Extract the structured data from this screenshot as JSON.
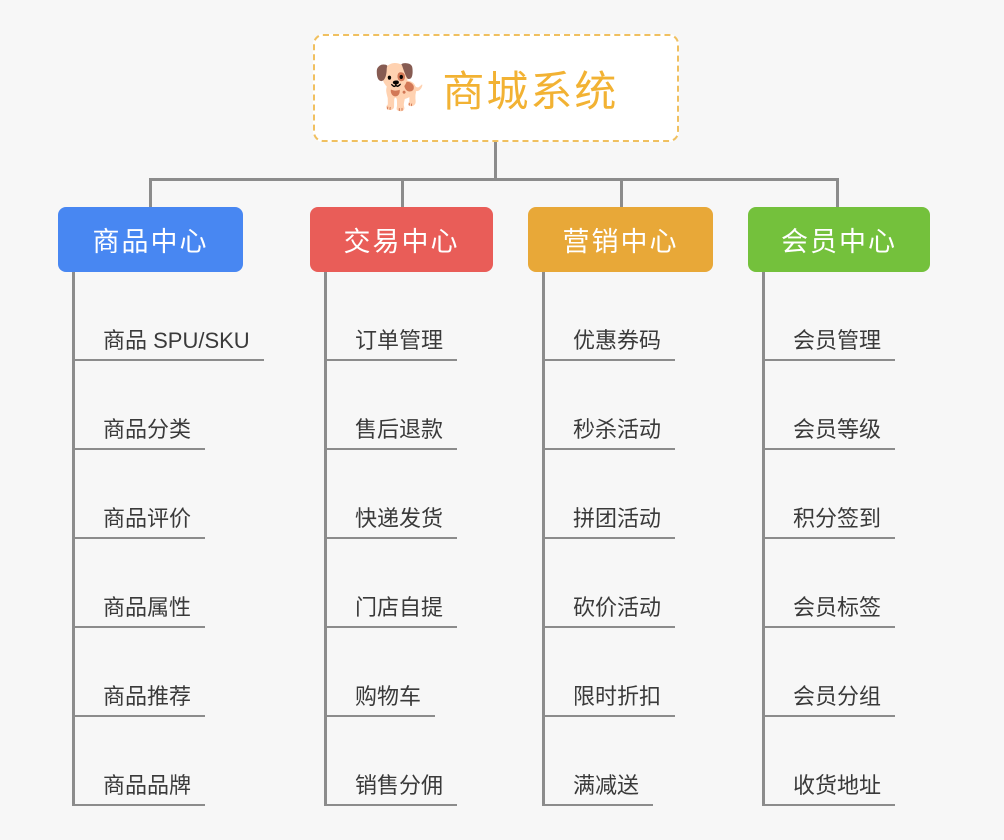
{
  "root": {
    "icon": "shiba-dog-face-icon",
    "emoji": "🐕",
    "title": "商城系统",
    "title_color": "#F2B233",
    "border_color": "#F0C060"
  },
  "connector_color": "#8C8C8C",
  "background_color": "#F7F7F7",
  "columns": [
    {
      "title": "商品中心",
      "color": "#4887F2",
      "items": [
        "商品 SPU/SKU",
        "商品分类",
        "商品评价",
        "商品属性",
        "商品推荐",
        "商品品牌"
      ]
    },
    {
      "title": "交易中心",
      "color": "#E95D58",
      "items": [
        "订单管理",
        "售后退款",
        "快递发货",
        "门店自提",
        "购物车",
        "销售分佣"
      ]
    },
    {
      "title": "营销中心",
      "color": "#E8A838",
      "items": [
        "优惠券码",
        "秒杀活动",
        "拼团活动",
        "砍价活动",
        "限时折扣",
        "满减送"
      ]
    },
    {
      "title": "会员中心",
      "color": "#74C13C",
      "items": [
        "会员管理",
        "会员等级",
        "积分签到",
        "会员标签",
        "会员分组",
        "收货地址"
      ]
    }
  ]
}
